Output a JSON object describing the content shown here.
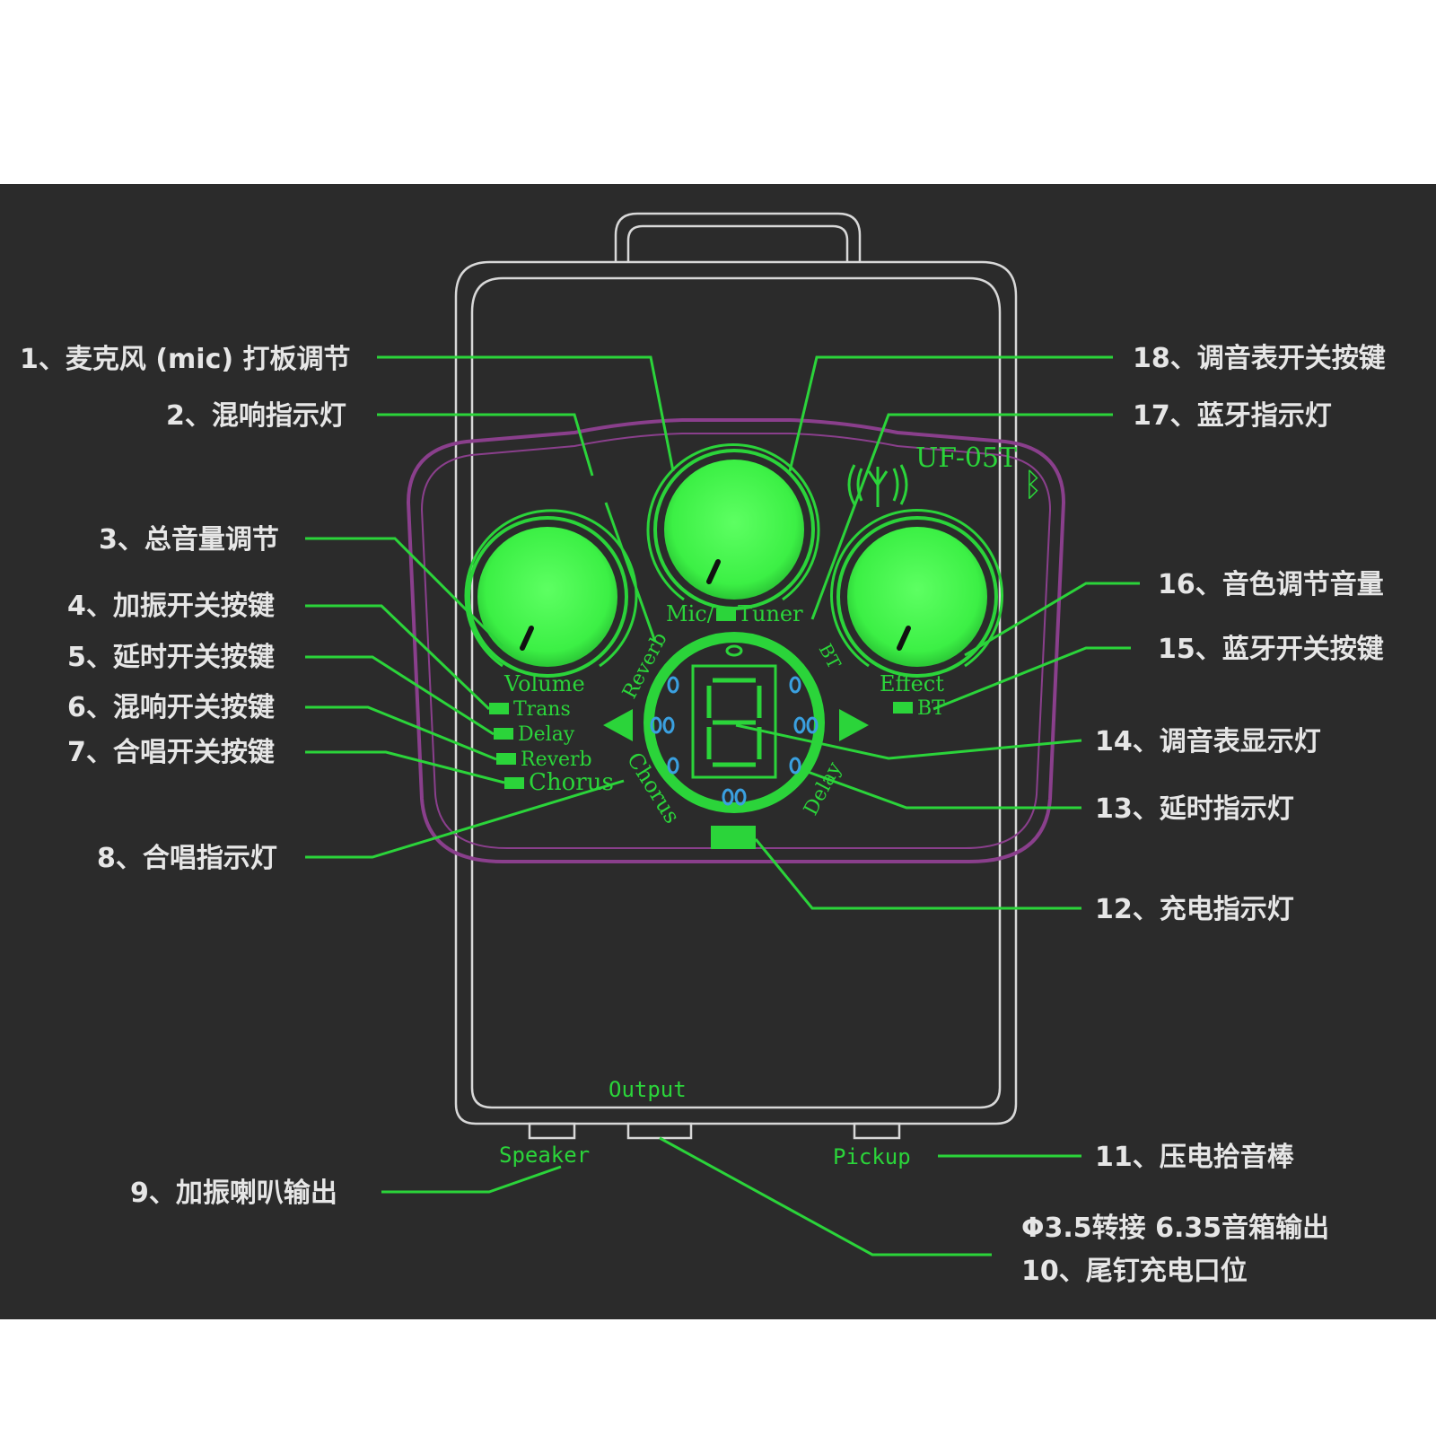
{
  "device": {
    "model": "UF-05T",
    "knobs": {
      "volume": "Volume",
      "mic": "Mic/",
      "tuner": "Tuner",
      "effect": "Effect"
    },
    "buttons": {
      "trans": "Trans",
      "delay": "Delay",
      "reverb": "Reverb",
      "chorus": "Chorus",
      "bt": "BT"
    },
    "ring": {
      "reverb": "Reverb",
      "bt": "BT",
      "chorus": "Chorus",
      "delay": "Delay"
    },
    "ports": {
      "output": "Output",
      "speaker": "Speaker",
      "pickup": "Pickup"
    },
    "colors": {
      "background": "#2b2b2b",
      "glow": "#2bd43a",
      "knob": "#4cff54",
      "trim": "#8a3f8c",
      "indicator": "#3aa0e0"
    }
  },
  "callouts": {
    "c1": "1、麦克风 (mic) 打板调节",
    "c2": "2、混响指示灯",
    "c3": "3、总音量调节",
    "c4": "4、加振开关按键",
    "c5": "5、延时开关按键",
    "c6": "6、混响开关按键",
    "c7": "7、合唱开关按键",
    "c8": "8、合唱指示灯",
    "c9": "9、加振喇叭输出",
    "c10a": "Φ3.5转接 6.35音箱输出",
    "c10b": "10、尾钉充电口位",
    "c11": "11、压电拾音棒",
    "c12": "12、充电指示灯",
    "c13": "13、延时指示灯",
    "c14": "14、调音表显示灯",
    "c15": "15、蓝牙开关按键",
    "c16": "16、音色调节音量",
    "c17": "17、蓝牙指示灯",
    "c18": "18、调音表开关按键"
  }
}
